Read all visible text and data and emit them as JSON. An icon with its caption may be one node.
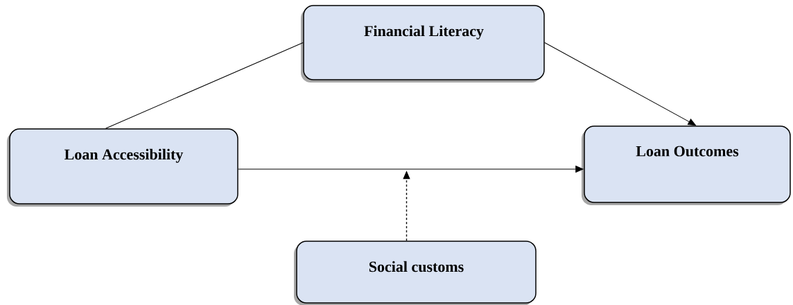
{
  "diagram": {
    "nodes": [
      {
        "text": [
          "Financial Literacy"
        ]
      },
      {
        "text": [
          "Loan Accessibility"
        ]
      },
      {
        "text": [
          "Loan Outcomes"
        ]
      },
      {
        "text": [
          "Social customs"
        ]
      }
    ],
    "edges": [
      {
        "from": 0,
        "to": 1,
        "arrow": "none"
      },
      {
        "from": 0,
        "to": 2,
        "arrow": "to"
      },
      {
        "from": 1,
        "to": 2,
        "arrow": "to"
      },
      {
        "from": 3,
        "to": null,
        "arrow": "to",
        "style": "dashed"
      }
    ]
  }
}
